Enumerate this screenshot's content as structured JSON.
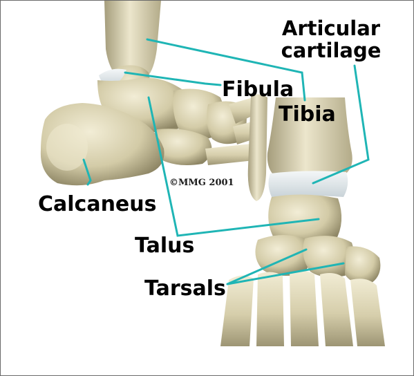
{
  "labels": {
    "articular_cartilage_line1": "Articular",
    "articular_cartilage_line2": "cartilage",
    "fibula": "Fibula",
    "tibia": "Tibia",
    "calcaneus": "Calcaneus",
    "talus": "Talus",
    "tarsals": "Tarsals"
  },
  "copyright": "©MMG 2001",
  "colors": {
    "leader_line": "#1fb5b5",
    "bone_light": "#e9e3c6",
    "bone_mid": "#cfc7a2",
    "bone_shadow": "#8f8766",
    "cartilage": "#dfe6ea",
    "frame_border": "#6a6a6a"
  }
}
